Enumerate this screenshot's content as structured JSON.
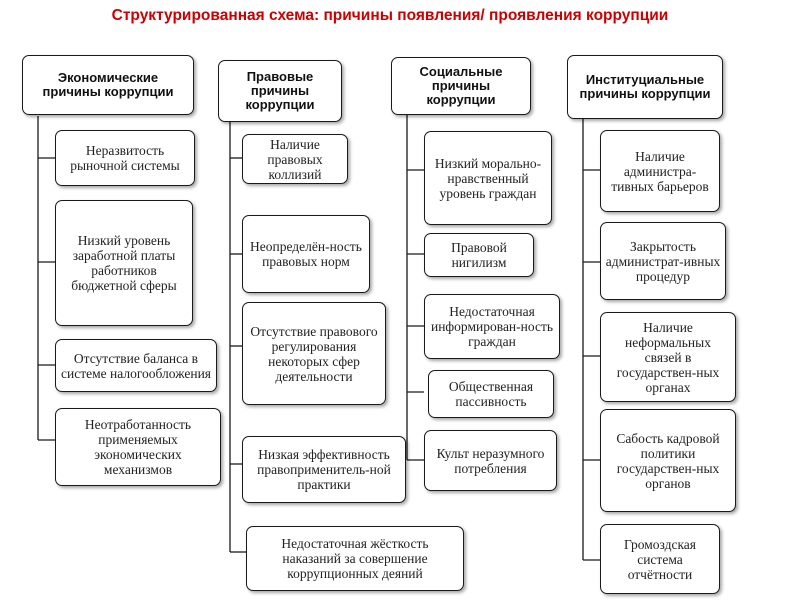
{
  "title": "Структурированная схема: причины появления/ проявления  коррупции",
  "columns": [
    {
      "header": "Экономические причины коррупции",
      "items": [
        "Неразвитость рыночной системы",
        "Низкий уровень заработной платы работников бюджетной сферы",
        "Отсутствие баланса в системе налогообложения",
        "Неотработанность применяемых экономических механизмов"
      ]
    },
    {
      "header": "Правовые причины коррупции",
      "items": [
        "Наличие правовых коллизий",
        "Неопределён-ность правовых норм",
        "Отсутствие правового регулирования некоторых сфер деятельности",
        "Низкая эффективность правоприменитель-ной практики",
        "Недостаточная жёсткость наказаний за совершение коррупционных деяний"
      ]
    },
    {
      "header": "Социальные причины коррупции",
      "items": [
        "Низкий морально-нравственный уровень граждан",
        "Правовой нигилизм",
        "Недостаточная информирован-ность граждан",
        "Общественная пассивность",
        "Культ неразумного потребления"
      ]
    },
    {
      "header": "Институциальные причины коррупции",
      "items": [
        "Наличие администра-тивных барьеров",
        "Закрытость администрат-ивных процедур",
        "Наличие неформальных связей в государствен-ных органах",
        "Сабость кадровой политики государствен-ных органов",
        "Громоздская система отчётности"
      ]
    }
  ]
}
